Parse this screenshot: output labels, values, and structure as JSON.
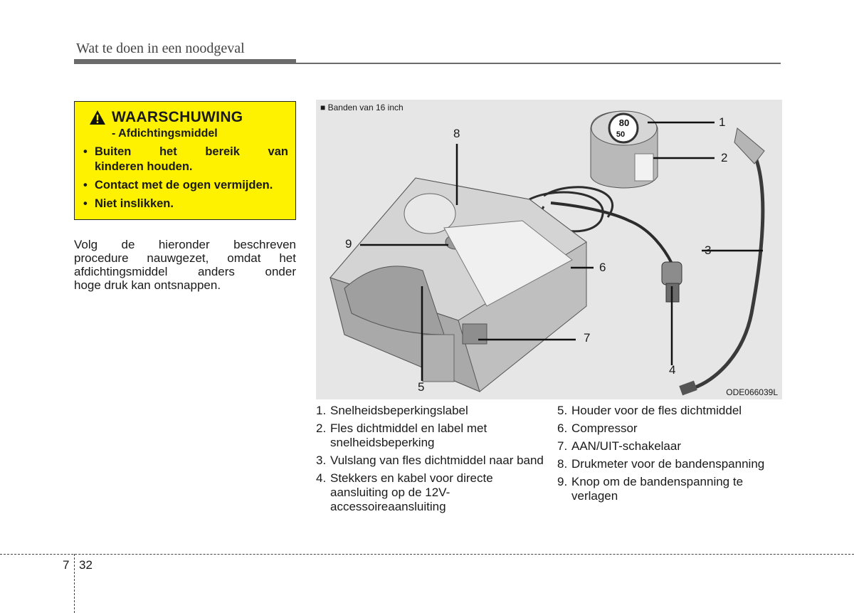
{
  "header": {
    "title": "Wat te doen in een noodgeval"
  },
  "warning": {
    "title": "WAARSCHUWING",
    "subtitle": "- Afdichtingsmiddel",
    "items": [
      {
        "line1": "Buiten het bereik van",
        "line2": "kinderen houden."
      },
      {
        "text": "Contact met de ogen vermijden."
      },
      {
        "text": "Niet inslikken."
      }
    ]
  },
  "body_text": {
    "lines": [
      "Volg de hieronder beschreven",
      "procedure nauwgezet, omdat het",
      "afdichtingsmiddel anders onder",
      "hoge druk kan ontsnappen."
    ]
  },
  "figure": {
    "caption": "Banden van 16 inch",
    "code": "ODE066039L",
    "gauge_marks": [
      "80",
      "50"
    ],
    "callouts": [
      "1",
      "2",
      "3",
      "4",
      "5",
      "6",
      "7",
      "8",
      "9"
    ]
  },
  "legend": {
    "left": [
      {
        "num": "1.",
        "text": "Snelheidsbeperkingslabel"
      },
      {
        "num": "2.",
        "text": "Fles dichtmiddel en label met snelheidsbeperking"
      },
      {
        "num": "3.",
        "text": "Vulslang van fles dichtmiddel naar band"
      },
      {
        "num": "4.",
        "text": "Stekkers en kabel voor directe aansluiting op de 12V-accessoireaansluiting"
      }
    ],
    "right": [
      {
        "num": "5.",
        "text": "Houder voor de fles dichtmiddel"
      },
      {
        "num": "6.",
        "text": "Compressor"
      },
      {
        "num": "7.",
        "text": "AAN/UIT-schakelaar"
      },
      {
        "num": "8.",
        "text": "Drukmeter voor de bandenspanning"
      },
      {
        "num": "9.",
        "text": "Knop om de bandenspanning te verlagen"
      }
    ]
  },
  "footer": {
    "chapter": "7",
    "page": "32"
  }
}
